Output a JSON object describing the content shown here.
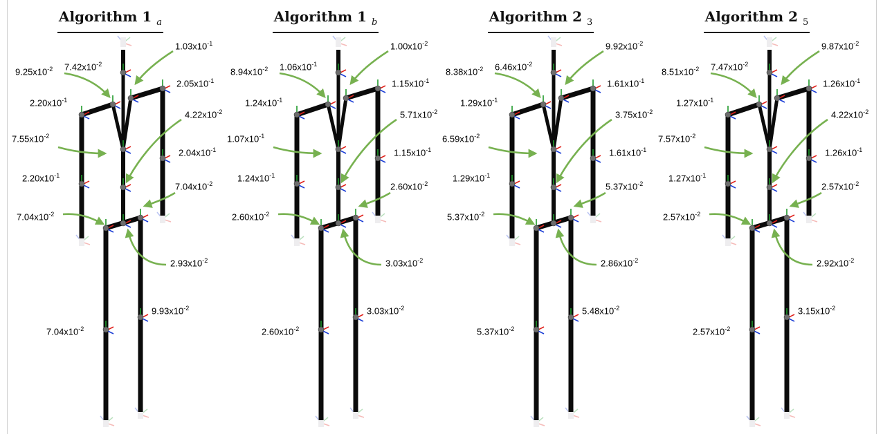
{
  "panels": [
    {
      "title": "Algorithm 1",
      "sub": "a",
      "sub_italic": true,
      "labels": [
        {
          "key": "top_right",
          "m": "1.03x10",
          "e": "-1"
        },
        {
          "key": "neck",
          "m": "7.42x10",
          "e": "-2"
        },
        {
          "key": "left_arrow",
          "m": "9.25x10",
          "e": "-2"
        },
        {
          "key": "right_shoulder",
          "m": "2.05x10",
          "e": "-1"
        },
        {
          "key": "left_shoulder",
          "m": "2.20x10",
          "e": "-1"
        },
        {
          "key": "spine_right",
          "m": "4.22x10",
          "e": "-2"
        },
        {
          "key": "left_spine",
          "m": "7.55x10",
          "e": "-2"
        },
        {
          "key": "right_elbow",
          "m": "2.04x10",
          "e": "-1"
        },
        {
          "key": "left_elbow",
          "m": "2.20x10",
          "e": "-1"
        },
        {
          "key": "right_hip_arrow",
          "m": "7.04x10",
          "e": "-2"
        },
        {
          "key": "left_hip",
          "m": "7.04x10",
          "e": "-2"
        },
        {
          "key": "bottom_arrow",
          "m": "2.93x10",
          "e": "-2"
        },
        {
          "key": "right_knee",
          "m": "9.93x10",
          "e": "-2"
        },
        {
          "key": "left_knee",
          "m": "7.04x10",
          "e": "-2"
        }
      ]
    },
    {
      "title": "Algorithm 1",
      "sub": "b",
      "sub_italic": true,
      "labels": [
        {
          "key": "top_right",
          "m": "1.00x10",
          "e": "-2"
        },
        {
          "key": "neck",
          "m": "1.06x10",
          "e": "-1"
        },
        {
          "key": "left_arrow",
          "m": "8.94x10",
          "e": "-2"
        },
        {
          "key": "right_shoulder",
          "m": "1.15x10",
          "e": "-1"
        },
        {
          "key": "left_shoulder",
          "m": "1.24x10",
          "e": "-1"
        },
        {
          "key": "spine_right",
          "m": "5.71x10",
          "e": "-2"
        },
        {
          "key": "left_spine",
          "m": "1.07x10",
          "e": "-1"
        },
        {
          "key": "right_elbow",
          "m": "1.15x10",
          "e": "-1"
        },
        {
          "key": "left_elbow",
          "m": "1.24x10",
          "e": "-1"
        },
        {
          "key": "right_hip_arrow",
          "m": "2.60x10",
          "e": "-2"
        },
        {
          "key": "left_hip",
          "m": "2.60x10",
          "e": "-2"
        },
        {
          "key": "bottom_arrow",
          "m": "3.03x10",
          "e": "-2"
        },
        {
          "key": "right_knee",
          "m": "3.03x10",
          "e": "-2"
        },
        {
          "key": "left_knee",
          "m": "2.60x10",
          "e": "-2"
        }
      ]
    },
    {
      "title": "Algorithm 2",
      "sub": "3",
      "sub_italic": false,
      "labels": [
        {
          "key": "top_right",
          "m": "9.92x10",
          "e": "-2"
        },
        {
          "key": "neck",
          "m": "6.46x10",
          "e": "-2"
        },
        {
          "key": "left_arrow",
          "m": "8.38x10",
          "e": "-2"
        },
        {
          "key": "right_shoulder",
          "m": "1.61x10",
          "e": "-1"
        },
        {
          "key": "left_shoulder",
          "m": "1.29x10",
          "e": "-1"
        },
        {
          "key": "spine_right",
          "m": "3.75x10",
          "e": "-2"
        },
        {
          "key": "left_spine",
          "m": "6.59x10",
          "e": "-2"
        },
        {
          "key": "right_elbow",
          "m": "1.61x10",
          "e": "-1"
        },
        {
          "key": "left_elbow",
          "m": "1.29x10",
          "e": "-1"
        },
        {
          "key": "right_hip_arrow",
          "m": "5.37x10",
          "e": "-2"
        },
        {
          "key": "left_hip",
          "m": "5.37x10",
          "e": "-2"
        },
        {
          "key": "bottom_arrow",
          "m": "2.86x10",
          "e": "-2"
        },
        {
          "key": "right_knee",
          "m": "5.48x10",
          "e": "-2"
        },
        {
          "key": "left_knee",
          "m": "5.37x10",
          "e": "-2"
        }
      ]
    },
    {
      "title": "Algorithm 2",
      "sub": "5",
      "sub_italic": false,
      "labels": [
        {
          "key": "top_right",
          "m": "9.87x10",
          "e": "-2"
        },
        {
          "key": "neck",
          "m": "7.47x10",
          "e": "-2"
        },
        {
          "key": "left_arrow",
          "m": "8.51x10",
          "e": "-2"
        },
        {
          "key": "right_shoulder",
          "m": "1.26x10",
          "e": "-1"
        },
        {
          "key": "left_shoulder",
          "m": "1.27x10",
          "e": "-1"
        },
        {
          "key": "spine_right",
          "m": "4.22x10",
          "e": "-2"
        },
        {
          "key": "left_spine",
          "m": "7.57x10",
          "e": "-2"
        },
        {
          "key": "right_elbow",
          "m": "1.26x10",
          "e": "-1"
        },
        {
          "key": "left_elbow",
          "m": "1.27x10",
          "e": "-1"
        },
        {
          "key": "right_hip_arrow",
          "m": "2.57x10",
          "e": "-2"
        },
        {
          "key": "left_hip",
          "m": "2.57x10",
          "e": "-2"
        },
        {
          "key": "bottom_arrow",
          "m": "2.92x10",
          "e": "-2"
        },
        {
          "key": "right_knee",
          "m": "3.15x10",
          "e": "-2"
        },
        {
          "key": "left_knee",
          "m": "2.57x10",
          "e": "-2"
        }
      ]
    }
  ],
  "colors": {
    "bone": "#0b0b0b",
    "joint": "#6d6d6d",
    "arrow": "#77b150",
    "axis_x": "#e0211b",
    "axis_y": "#1f9a2b",
    "axis_z": "#1d3fd6",
    "text": "#000000"
  }
}
